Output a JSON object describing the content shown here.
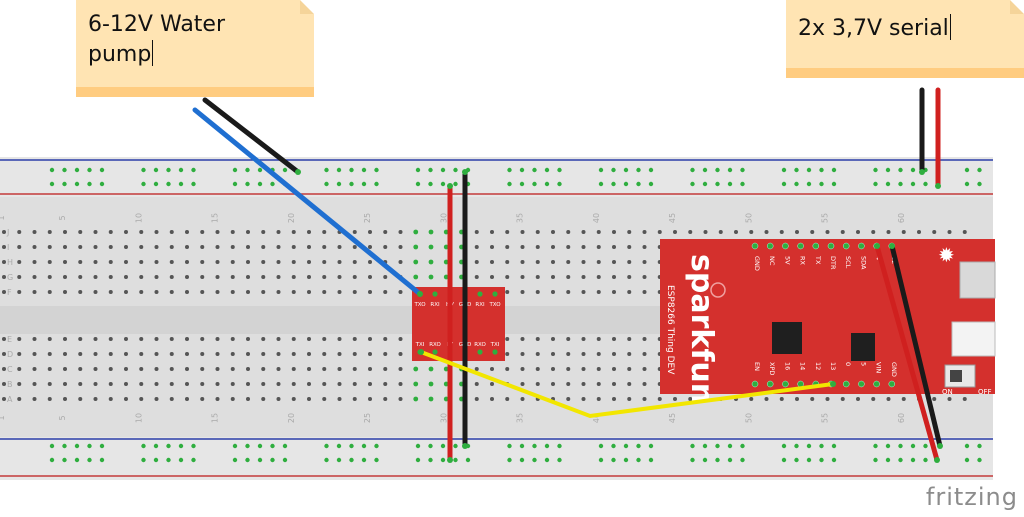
{
  "notes": {
    "pump": {
      "line1": "6-12V Water",
      "line2": "pump"
    },
    "battery": {
      "text": "2x 3,7V serial"
    }
  },
  "breadboard": {
    "column_numbers": [
      "1",
      "5",
      "10",
      "15",
      "20",
      "25",
      "30",
      "35",
      "40",
      "45",
      "50",
      "55",
      "60"
    ],
    "row_letters_top": [
      "J",
      "I",
      "H",
      "G",
      "F"
    ],
    "row_letters_bottom": [
      "E",
      "D",
      "C",
      "B",
      "A"
    ]
  },
  "level_shifter": {
    "pins_top": [
      "TXO",
      "RXI",
      "HV",
      "GND",
      "RXI",
      "TXO"
    ],
    "pins_bottom": [
      "TXI",
      "RXO",
      "LV",
      "GND",
      "RXO",
      "TXI"
    ]
  },
  "sparkfun_board": {
    "brand": "sparkfun",
    "model": "ESP8266 Thing DEV",
    "pins_top": [
      "GND",
      "NC",
      "5V",
      "RX",
      "TX",
      "DTR",
      "SCL",
      "SDA",
      "4",
      "12"
    ],
    "pins_bottom": [
      "EN",
      "XPD",
      "16",
      "14",
      "12",
      "13",
      "0",
      "5",
      "VIN",
      "GND"
    ],
    "switch_on": "ON",
    "switch_off": "OFF"
  },
  "colors": {
    "wire_blue": "#1f6fd1",
    "wire_black": "#1a1a1a",
    "wire_red": "#d0201f",
    "wire_yellow": "#f2e600",
    "board_red": "#d4302d",
    "note_bg": "#ffe4b3",
    "breadboard": "#e3e3e3"
  },
  "branding": {
    "logo": "fritzing"
  }
}
